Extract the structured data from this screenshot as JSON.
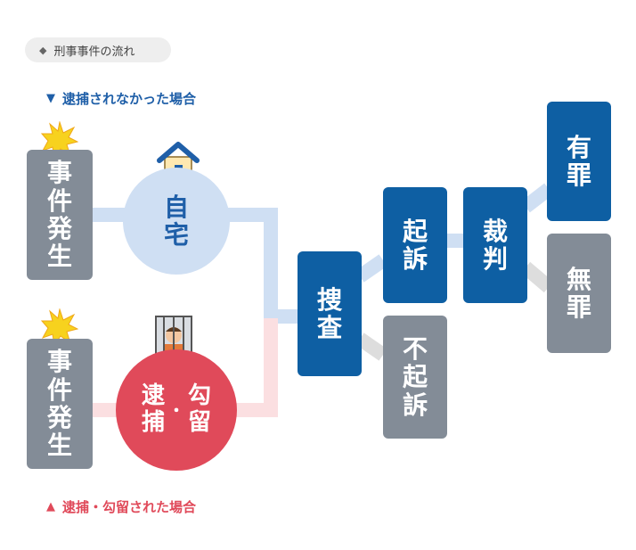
{
  "pill_label": "刑事事件の流れ",
  "marks": {
    "diamond": "◆",
    "down": "▼",
    "up": "▲"
  },
  "note_top": "逮捕されなかった場合",
  "note_bottom": "逮捕・勾留された場合",
  "event_top": [
    "事",
    "件",
    "発",
    "生"
  ],
  "event_bottom": [
    "事",
    "件",
    "発",
    "生"
  ],
  "home": [
    "自",
    "宅"
  ],
  "arrest_left": [
    "逮",
    "捕"
  ],
  "arrest_dot": "・",
  "arrest_right": [
    "勾",
    "留"
  ],
  "investigation": [
    "捜",
    "査"
  ],
  "indict": [
    "起",
    "訴"
  ],
  "no_indict": [
    "不",
    "起",
    "訴"
  ],
  "trial": [
    "裁",
    "判"
  ],
  "guilty": [
    "有",
    "罪"
  ],
  "innocent": [
    "無",
    "罪"
  ],
  "colors": {
    "navy": "#0e5fa3",
    "gray": "#838c97",
    "lightblue": "#cfdff3",
    "red": "#e04a5a",
    "pink": "#fbdfe1"
  },
  "icons": [
    "burst-icon",
    "house-icon",
    "jail-icon"
  ]
}
